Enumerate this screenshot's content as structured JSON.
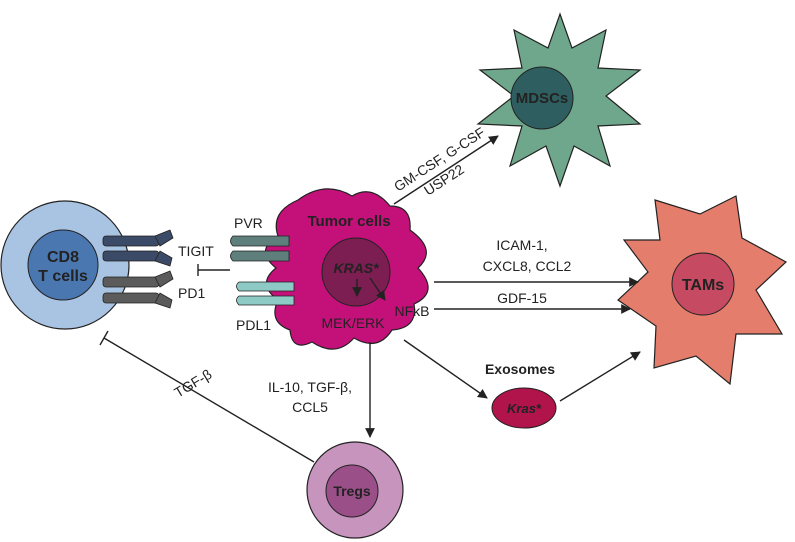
{
  "colors": {
    "cd8_outer": "#a9c4e3",
    "cd8_inner": "#4a77b0",
    "tumor": "#c4117a",
    "tumor_nucleus": "#7d1e52",
    "mdsc_outer": "#6ea78c",
    "mdsc_inner": "#2e5e5f",
    "tam_outer": "#e47d6b",
    "tam_inner": "#c54a62",
    "treg_outer": "#c794bd",
    "treg_inner": "#9b4f89",
    "exosome": "#b0144a",
    "tigit_receptor": "#3b4a66",
    "pvr_ligand": "#5e7f7c",
    "pd1_receptor": "#5b5b5b",
    "pdl1_ligand": "#8dc9c5",
    "line": "#222222"
  },
  "cells": {
    "cd8": {
      "line1": "CD8",
      "line2": "T cells"
    },
    "tumor": "Tumor cells",
    "mdsc": "MDSCs",
    "tam": "TAMs",
    "treg": "Tregs",
    "exosomes": "Exosomes"
  },
  "nucleus": {
    "kras": "KRAS*",
    "mek_erk": "MEK/ERK",
    "nfkb": "NFκB"
  },
  "exosome_label": "Kras*",
  "molecules": {
    "tigit": "TIGIT",
    "pd1": "PD1",
    "pvr": "PVR",
    "pdl1": "PDL1"
  },
  "edges": {
    "mdsc_line1": "GM-CSF, G-CSF",
    "mdsc_line2": "USP22",
    "tam_line1": "ICAM-1,",
    "tam_line2": "CXCL8, CCL2",
    "tam_gdf": "GDF-15",
    "treg_line1": "IL-10, TGF-β,",
    "treg_line2": "CCL5",
    "tgfb": "TGF-β"
  }
}
